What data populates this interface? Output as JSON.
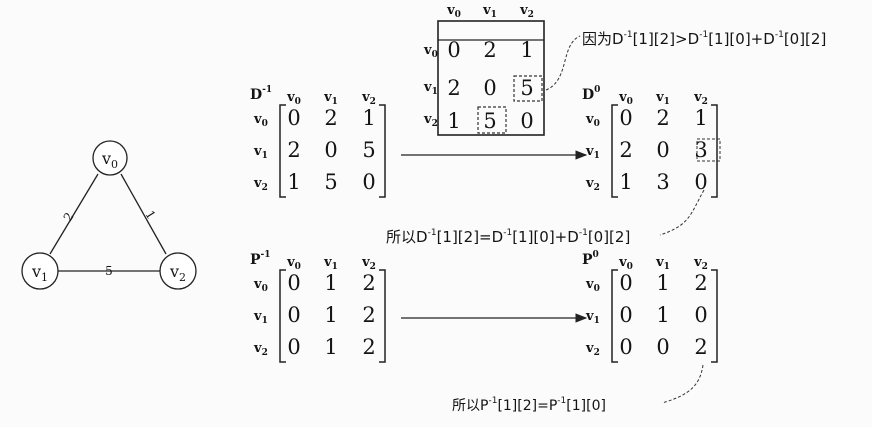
{
  "graph": {
    "nodes": [
      {
        "id": "v0",
        "label": "v",
        "sub": "0"
      },
      {
        "id": "v1",
        "label": "v",
        "sub": "1"
      },
      {
        "id": "v2",
        "label": "v",
        "sub": "2"
      }
    ],
    "edges": [
      {
        "from": "v0",
        "to": "v1",
        "weight": "2"
      },
      {
        "from": "v0",
        "to": "v2",
        "weight": "1"
      },
      {
        "from": "v1",
        "to": "v2",
        "weight": "5"
      }
    ]
  },
  "headers": {
    "v": "v",
    "s0": "0",
    "s1": "1",
    "s2": "2"
  },
  "matrices": {
    "d_before": {
      "name": "D",
      "sup": "-1",
      "rows": [
        [
          "0",
          "2",
          "1"
        ],
        [
          "2",
          "0",
          "5"
        ],
        [
          "1",
          "5",
          "0"
        ]
      ]
    },
    "d_after": {
      "name": "D",
      "sup": "0",
      "rows": [
        [
          "0",
          "2",
          "1"
        ],
        [
          "2",
          "0",
          "3"
        ],
        [
          "1",
          "3",
          "0"
        ]
      ]
    },
    "p_before": {
      "name": "P",
      "sup": "-1",
      "rows": [
        [
          "0",
          "1",
          "2"
        ],
        [
          "0",
          "1",
          "2"
        ],
        [
          "0",
          "1",
          "2"
        ]
      ]
    },
    "p_after": {
      "name": "P",
      "sup": "0",
      "rows": [
        [
          "0",
          "1",
          "2"
        ],
        [
          "0",
          "1",
          "0"
        ],
        [
          "0",
          "0",
          "2"
        ]
      ]
    },
    "table": {
      "rows": [
        [
          "0",
          "2",
          "1"
        ],
        [
          "2",
          "0",
          "5"
        ],
        [
          "1",
          "5",
          "0"
        ]
      ]
    }
  },
  "annotations": {
    "reason_prefix": "因为",
    "reason_terms": [
      {
        "t": "D",
        "sup": "-1",
        "rest": "[1][2]>"
      },
      {
        "t": "D",
        "sup": "-1",
        "rest": "[1][0]+"
      },
      {
        "t": "D",
        "sup": "-1",
        "rest": "[0][2]"
      }
    ],
    "d_result_prefix": "所以",
    "d_result_terms": [
      {
        "t": "D",
        "sup": "-1",
        "rest": "[1][2]="
      },
      {
        "t": "D",
        "sup": "-1",
        "rest": "[1][0]+"
      },
      {
        "t": "D",
        "sup": "-1",
        "rest": "[0][2]"
      }
    ],
    "p_result_prefix": "所以",
    "p_result_terms": [
      {
        "t": "P",
        "sup": "-1",
        "rest": "[1][2]="
      },
      {
        "t": "P",
        "sup": "-1",
        "rest": "[1][0]"
      }
    ]
  }
}
